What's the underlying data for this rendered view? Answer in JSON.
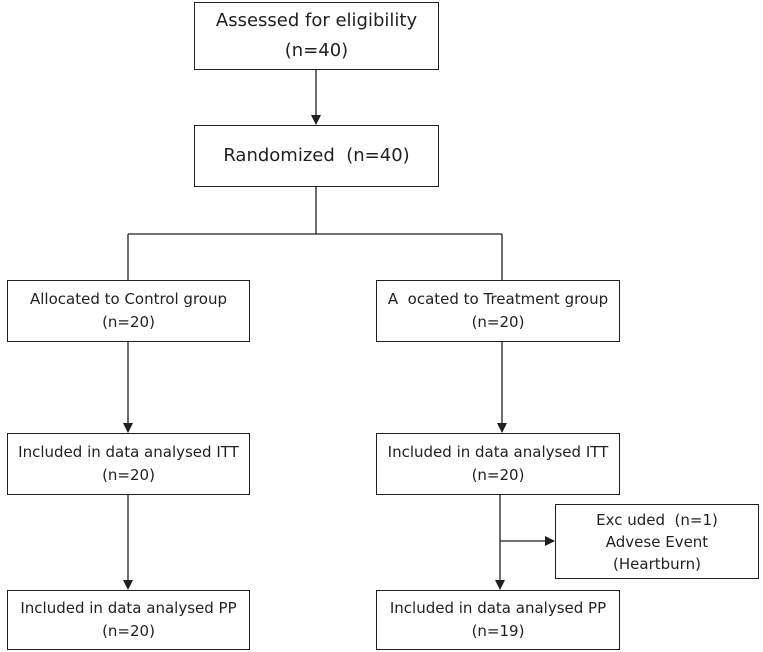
{
  "nodes": {
    "assessed": {
      "line1": "Assessed for eligibility",
      "line2": "(n=40)"
    },
    "randomized": {
      "line1": "Randomized  (n=40)"
    },
    "control": {
      "line1": "Allocated to Control group",
      "line2": "(n=20)"
    },
    "treatment": {
      "line1": "A  ocated to Treatment group",
      "line2": "(n=20)"
    },
    "itt_control": {
      "line1": "Included in data analysed ITT",
      "line2": "(n=20)"
    },
    "itt_treatment": {
      "line1": "Included in data analysed ITT",
      "line2": "(n=20)"
    },
    "excluded": {
      "line1": "Exc uded  (n=1)",
      "line2": "Advese Event",
      "line3": "(Heartburn)"
    },
    "pp_control": {
      "line1": "Included in data analysed PP",
      "line2": "(n=20)"
    },
    "pp_treatment": {
      "line1": "Included in data analysed PP",
      "line2": "(n=19)"
    }
  },
  "edges": [
    {
      "from": "assessed",
      "to": "randomized"
    },
    {
      "from": "randomized",
      "to": "control"
    },
    {
      "from": "randomized",
      "to": "treatment"
    },
    {
      "from": "control",
      "to": "itt_control"
    },
    {
      "from": "treatment",
      "to": "itt_treatment"
    },
    {
      "from": "itt_control",
      "to": "pp_control"
    },
    {
      "from": "itt_treatment",
      "to": "pp_treatment"
    },
    {
      "from": "itt_treatment",
      "to": "excluded"
    }
  ],
  "colors": {
    "line": "#231f20",
    "background": "#ffffff"
  }
}
